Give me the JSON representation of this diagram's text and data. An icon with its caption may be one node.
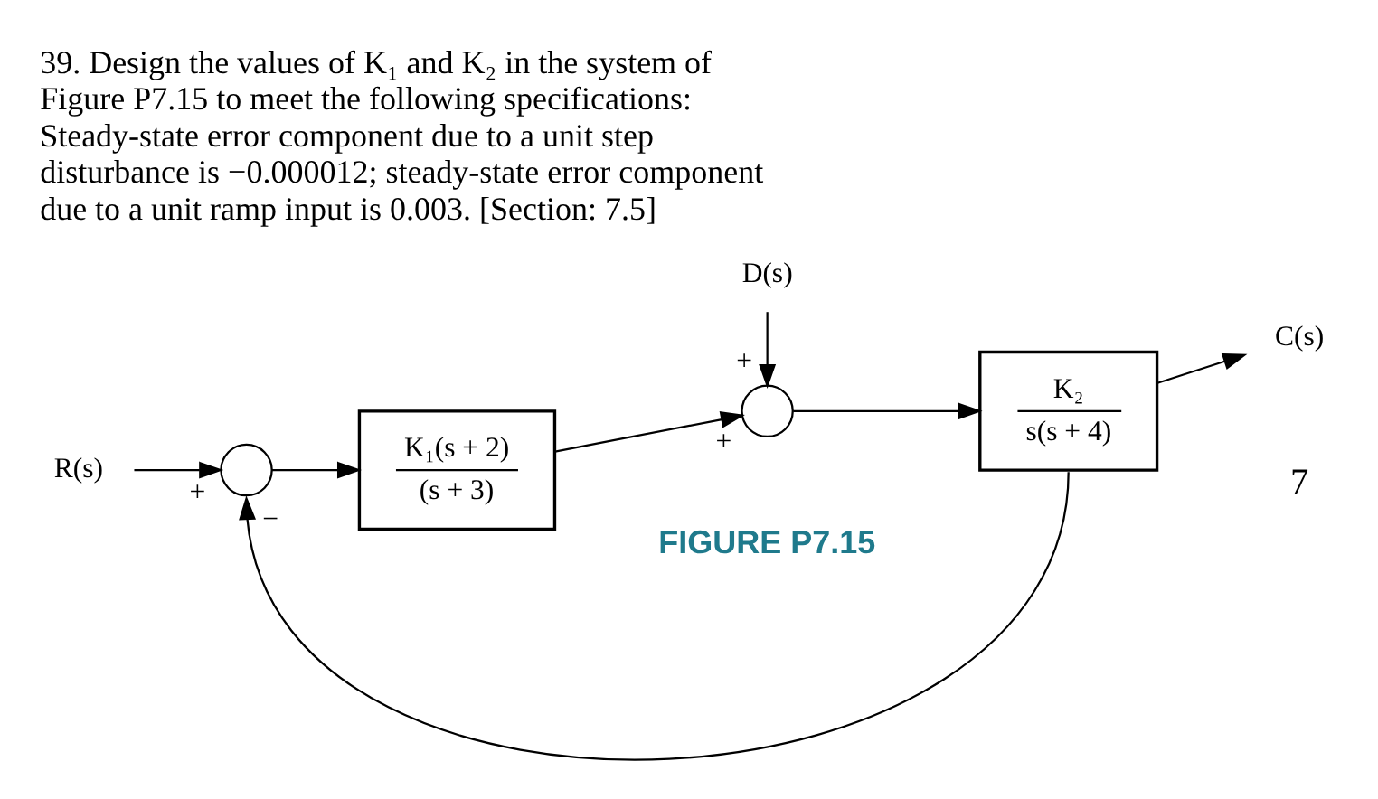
{
  "diagram": {
    "title": "39. Design the values of K₁ and K₂ in the system of Figure P7.15 to meet the following specifications: Steady-state error component due to a unit step disturbance is −0.000012; steady-state error component due to a unit ramp input is 0.003. [Section: 7.5]",
    "caption": "FIGURE P7.15",
    "nodes": [
      {
        "text": [
          "R(s)"
        ]
      },
      {
        "text": [],
        "shape": "circle"
      },
      {
        "text": [
          "K₁(s + 2)",
          "(s + 3)"
        ]
      },
      {
        "text": [],
        "shape": "circle"
      },
      {
        "text": [
          "D(s)"
        ]
      },
      {
        "text": [
          "K₂",
          "s(s + 4)"
        ]
      },
      {
        "text": [
          "C(s)"
        ]
      }
    ],
    "edges": [
      {
        "from": 0,
        "to": 1,
        "arrow": "to",
        "label": "+"
      },
      {
        "from": 1,
        "to": 2,
        "arrow": "to"
      },
      {
        "from": 2,
        "to": 3,
        "arrow": "to",
        "label": "+"
      },
      {
        "from": 4,
        "to": 3,
        "arrow": "to",
        "label": "+"
      },
      {
        "from": 3,
        "to": 5,
        "arrow": "to"
      },
      {
        "from": 5,
        "to": 6,
        "arrow": "to"
      },
      {
        "from": 5,
        "to": 1,
        "arrow": "to",
        "label": "−"
      }
    ],
    "labels": [
      "7"
    ]
  }
}
